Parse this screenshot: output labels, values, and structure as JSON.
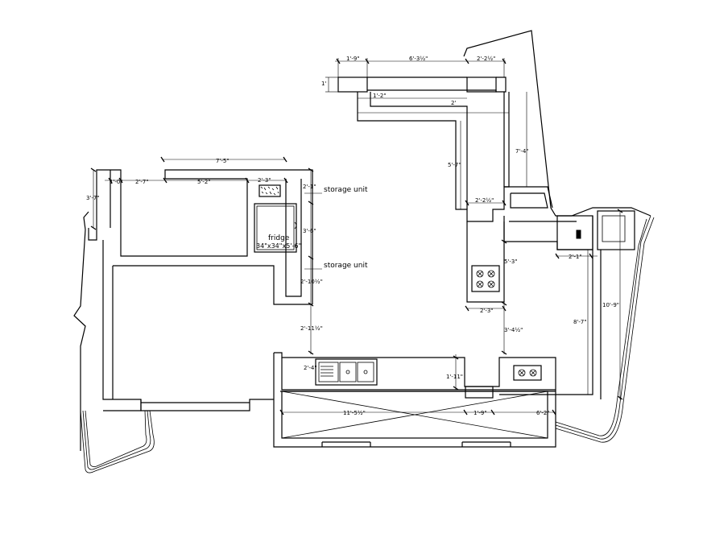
{
  "labels": {
    "fridge_title": "fridge",
    "fridge_size": "34\"x34\"x5'-6\"",
    "storage_top": "storage unit",
    "storage_bottom": "storage unit"
  },
  "dimensions": {
    "d_1_9_top": "1'-9\"",
    "d_6_3h": "6'-3½\"",
    "d_2_2h_top": "2'-2½\"",
    "d_1_left": "1'",
    "d_1_2": "1'-2\"",
    "d_2": "2'",
    "d_7_4": "7'-4\"",
    "d_5_7": "5'-7\"",
    "d_2_2h_mid": "2'-2½\"",
    "d_7_5": "7'-5\"",
    "d_1_0": "1'-0\"",
    "d_2_7": "2'-7\"",
    "d_5_2": "5'-2\"",
    "d_2_3_top": "2'-3\"",
    "d_3_7": "3'-7\"",
    "d_2_1": "2'-1\"",
    "d_3_6": "3'-6\"",
    "d_2_10h": "2'-10½\"",
    "d_2_11h": "2'-11½\"",
    "d_5_3": "5'-3\"",
    "d_2_1_right": "2'-1\"",
    "d_10_9": "10'-9\"",
    "d_2_3_bot": "2'-3\"",
    "d_3_4h": "3'-4½\"",
    "d_8_7": "8'-7\"",
    "d_2_4": "2'-4\"",
    "d_1_11": "1'-11\"",
    "d_11_5h": "11'-5½\"",
    "d_1_9_bot": "1'-9\"",
    "d_6_2": "6'-2\""
  },
  "icons": {
    "stove_icon": "four-burner-stove-icon",
    "hob_icon": "two-burner-hob-icon",
    "sink_icon": "double-sink-icon"
  }
}
